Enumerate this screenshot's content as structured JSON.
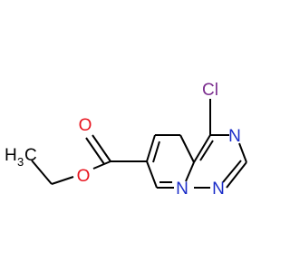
{
  "molecule": {
    "atoms": {
      "cl": {
        "symbol": "Cl",
        "color": "#7b2d8e"
      },
      "n_upper": {
        "symbol": "N",
        "color": "#1a2cc8"
      },
      "n_lower": {
        "symbol": "N",
        "color": "#1a2cc8"
      },
      "n_bridge": {
        "symbol": "N",
        "color": "#1a2cc8"
      },
      "o_carbonyl": {
        "symbol": "O",
        "color": "#e8141e"
      },
      "o_ester": {
        "symbol": "O",
        "color": "#e8141e"
      },
      "ch3": {
        "symbol": "H",
        "subscript": "3",
        "suffix": "C",
        "color": "#000000"
      }
    },
    "bond_color": "#000000"
  }
}
